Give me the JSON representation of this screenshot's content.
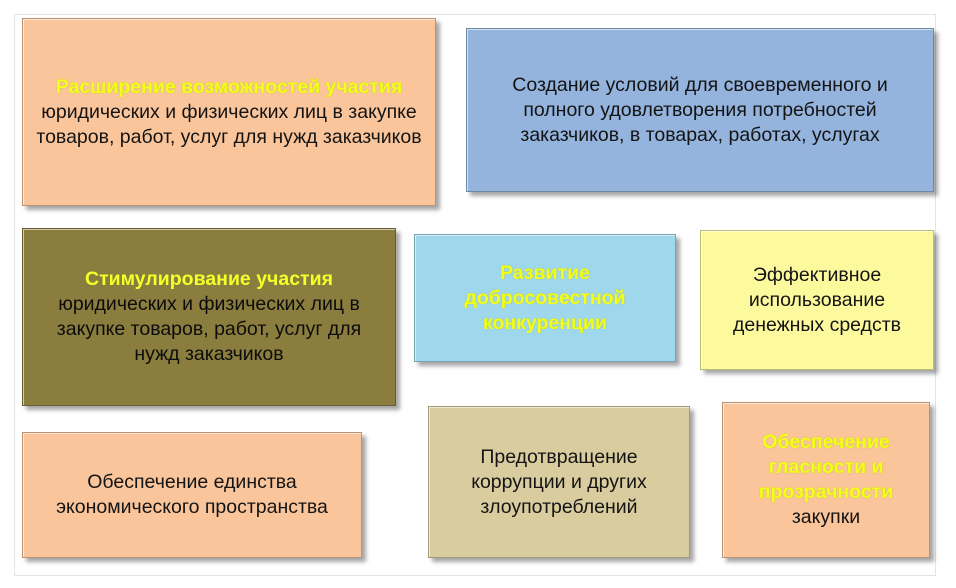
{
  "boxes": {
    "b1": {
      "highlight": "Расширение возможностей участия",
      "text": "юридических и физических лиц в закупке товаров, работ, услуг для нужд заказчиков"
    },
    "b2": {
      "text": "Создание условий для своевременного и полного удовлетворения потребностей заказчиков, в товарах, работах, услугах"
    },
    "b3": {
      "highlight": "Стимулирование участия",
      "text": "юридических и физических лиц в закупке товаров, работ, услуг для нужд заказчиков"
    },
    "b4": {
      "highlight": "Развитие добросовестной конкуренции"
    },
    "b5": {
      "text": "Эффективное использование денежных средств"
    },
    "b6": {
      "text": "Обеспечение единства экономического пространства"
    },
    "b7": {
      "text": "Предотвращение коррупции и других злоупотреблений"
    },
    "b8": {
      "highlight": "Обеспечение гласности и прозрачности",
      "text": "закупки"
    }
  },
  "colors": {
    "peach": "#fac59b",
    "blue": "#94b3dd",
    "olive": "#8a7d3e",
    "light_blue": "#9fd8ec",
    "light_yellow": "#fdfa9e",
    "tan": "#d9cc9e",
    "highlight_yellow": "#f2ff1a"
  }
}
